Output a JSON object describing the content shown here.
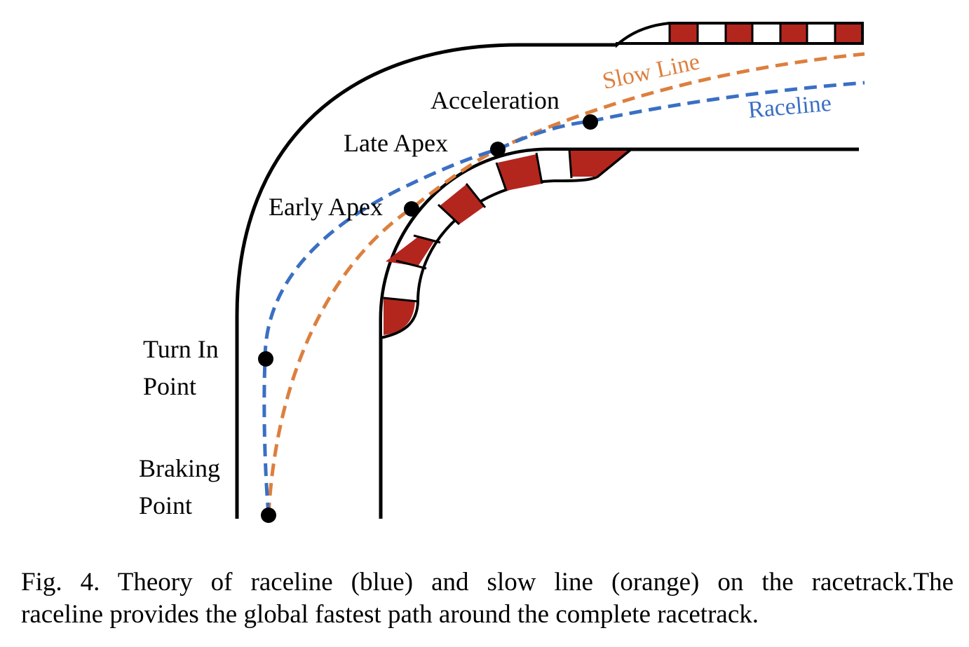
{
  "labels": {
    "acceleration": "Acceleration",
    "late_apex": "Late Apex",
    "early_apex": "Early Apex",
    "turn_in_1": "Turn In",
    "turn_in_2": "Point",
    "braking_1": "Braking",
    "braking_2": "Point",
    "slow_line": "Slow Line",
    "raceline": "Raceline"
  },
  "caption": {
    "line1": "Fig. 4.  Theory of raceline (blue) and slow line (orange) on the racetrack.The",
    "line2": "raceline provides the global fastest path around the complete racetrack."
  },
  "colors": {
    "raceline": "#3a6fc4",
    "slow_line": "#dd7f3e",
    "kerb_red": "#b3261e",
    "track": "#000000"
  }
}
